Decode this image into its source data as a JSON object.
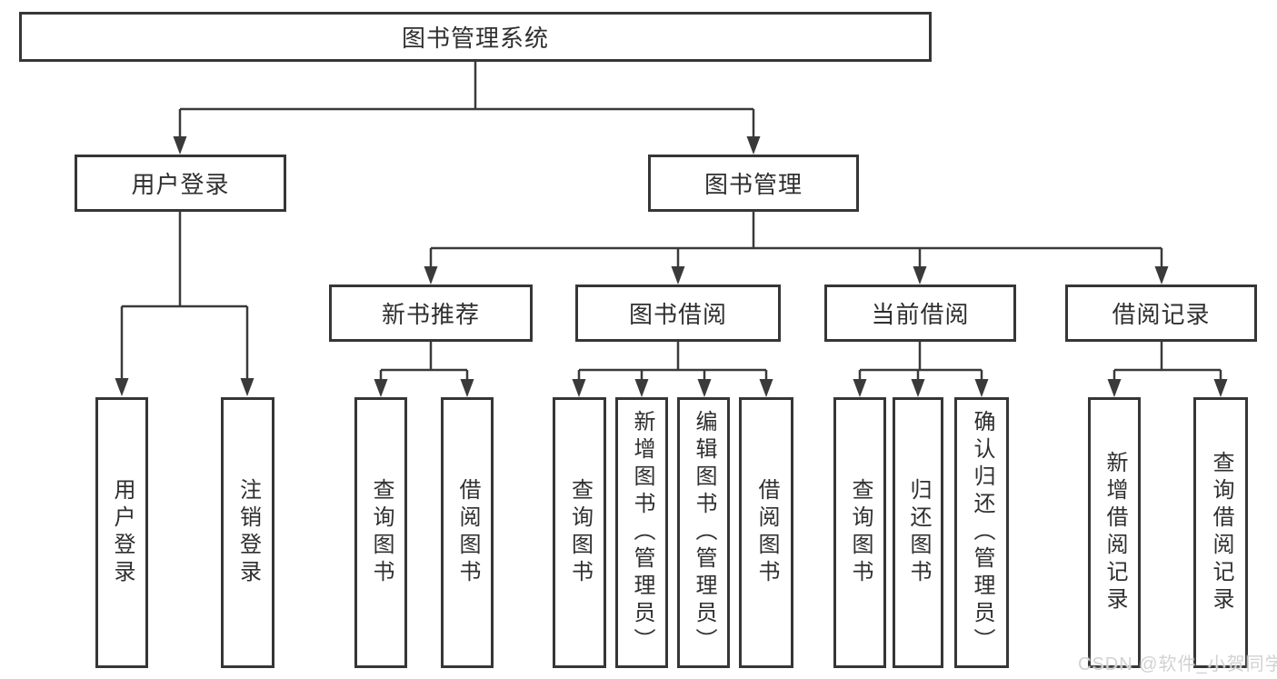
{
  "diagram": {
    "root": "图书管理系统",
    "branches": [
      {
        "label": "用户登录",
        "leaves": [
          "用户登录",
          "注销登录"
        ]
      },
      {
        "label": "图书管理",
        "groups": [
          {
            "label": "新书推荐",
            "leaves": [
              "查询图书",
              "借阅图书"
            ]
          },
          {
            "label": "图书借阅",
            "leaves": [
              "查询图书",
              "新增图书（管理员）",
              "编辑图书（管理员）",
              "借阅图书"
            ]
          },
          {
            "label": "当前借阅",
            "leaves": [
              "查询图书",
              "归还图书",
              "确认归还（管理员）"
            ]
          },
          {
            "label": "借阅记录",
            "leaves": [
              "新增借阅记录",
              "查询借阅记录"
            ]
          }
        ]
      }
    ]
  },
  "watermark": {
    "text": "CSDN @软件_小贺同学"
  },
  "colors": {
    "line": "#3a3a3a",
    "box_border": "#363636",
    "text": "#2f2f2f",
    "background": "#ffffff",
    "watermark": "#d2d2d2"
  }
}
